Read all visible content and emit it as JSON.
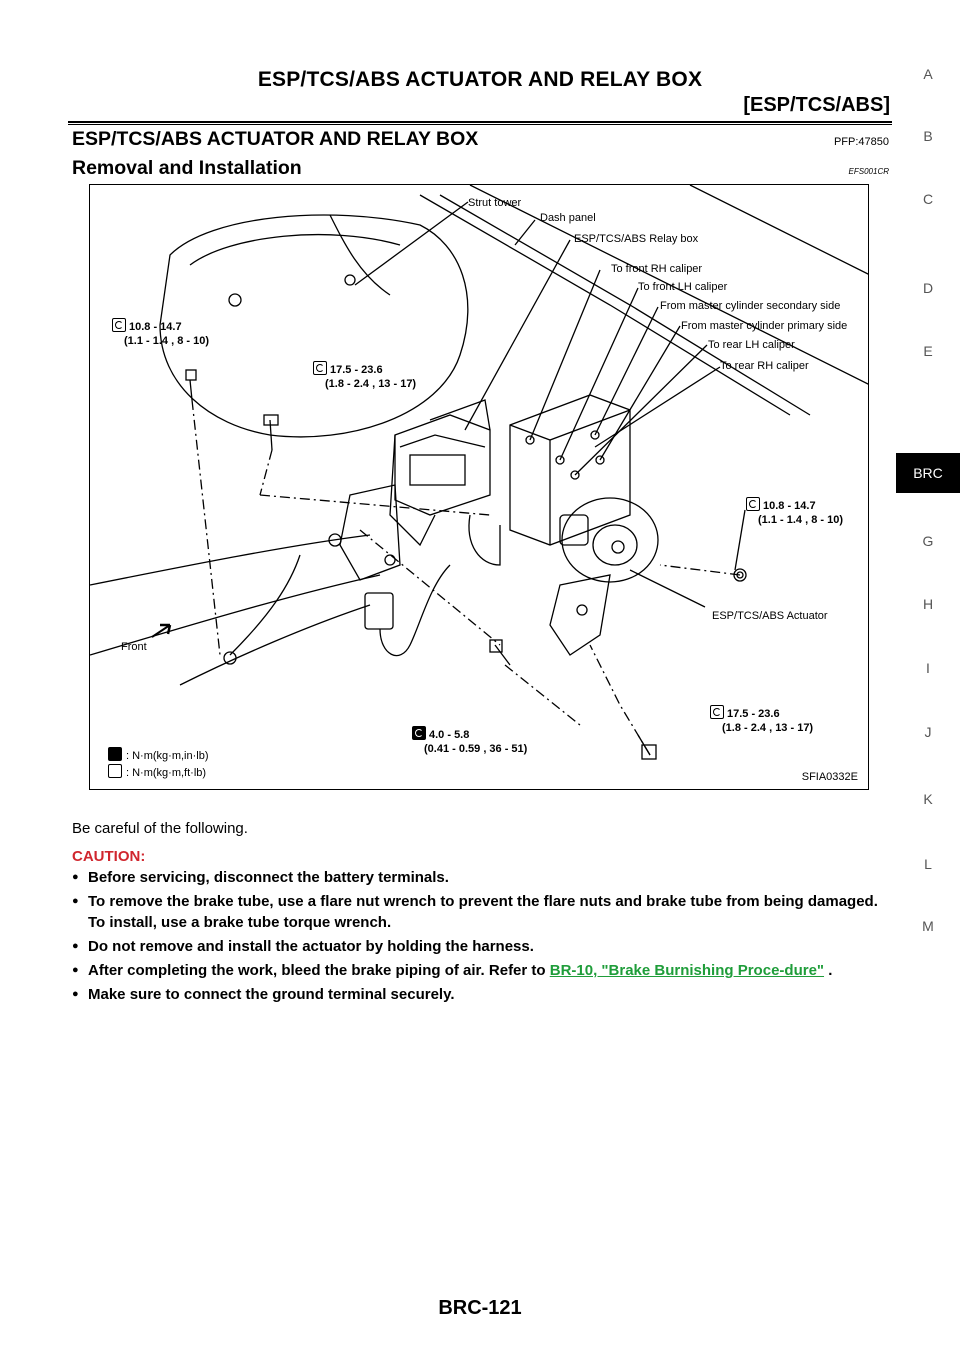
{
  "header": {
    "title": "ESP/TCS/ABS ACTUATOR AND RELAY BOX",
    "subtitle": "[ESP/TCS/ABS]"
  },
  "section": {
    "title": "ESP/TCS/ABS ACTUATOR AND RELAY BOX",
    "code": "PFP:47850"
  },
  "subsection": {
    "title": "Removal and Installation",
    "code": "EFS001CR"
  },
  "figure": {
    "labels": {
      "strut_tower": "Strut tower",
      "dash_panel": "Dash panel",
      "relay_box": "ESP/TCS/ABS Relay box",
      "front_rh": "To front RH caliper",
      "front_lh": "To front LH caliper",
      "mc_secondary": "From master cylinder secondary side",
      "mc_primary": "From master cylinder primary side",
      "rear_lh": "To rear LH caliper",
      "rear_rh": "To rear RH caliper",
      "actuator": "ESP/TCS/ABS Actuator",
      "front": "Front"
    },
    "torques": {
      "t1": {
        "line1": "10.8 - 14.7",
        "line2": "(1.1 - 1.4 , 8 - 10)"
      },
      "t2": {
        "line1": "17.5 - 23.6",
        "line2": "(1.8 - 2.4 , 13 - 17)"
      },
      "t3": {
        "line1": "10.8 - 14.7",
        "line2": "(1.1 - 1.4 , 8 - 10)"
      },
      "t4": {
        "line1": "17.5 - 23.6",
        "line2": "(1.8 - 2.4 , 13 - 17)"
      },
      "t5": {
        "line1": "4.0 - 5.8",
        "line2": "(0.41 - 0.59 , 36 - 51)"
      }
    },
    "legend": {
      "inlb": ": N·m(kg·m,in·lb)",
      "ftlb": ": N·m(kg·m,ft·lb)"
    },
    "id": "SFIA0332E"
  },
  "body": {
    "intro": "Be careful of the following.",
    "caution_label": "CAUTION:",
    "items": [
      "Before servicing, disconnect the battery terminals.",
      "To remove the brake tube, use a flare nut wrench to prevent the flare nuts and brake tube from being damaged. To install, use a brake tube torque wrench.",
      "Do not remove and install the actuator by holding the harness."
    ],
    "item4_prefix": "After completing the work, bleed the brake piping of air. Refer to ",
    "item4_link": "BR-10, \"Brake Burnishing Proce-dure\"",
    "item4_suffix": " .",
    "item5": "Make sure to connect the ground terminal securely."
  },
  "side_tabs": [
    "A",
    "B",
    "C",
    "D",
    "E",
    "BRC",
    "G",
    "H",
    "I",
    "J",
    "K",
    "L",
    "M"
  ],
  "active_tab": "BRC",
  "footer": {
    "page": "BRC-121"
  }
}
